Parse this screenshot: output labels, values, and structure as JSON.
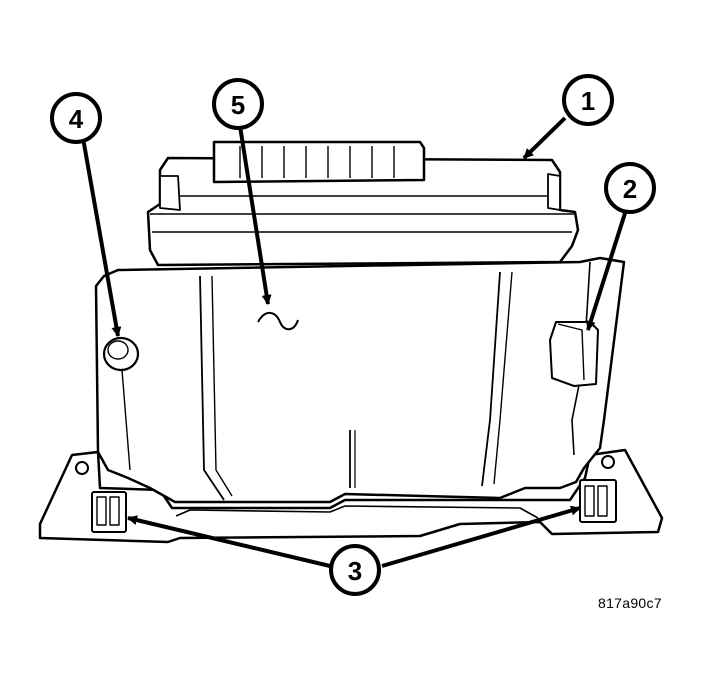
{
  "diagram": {
    "callouts": [
      {
        "id": "1",
        "label": "1"
      },
      {
        "id": "2",
        "label": "2"
      },
      {
        "id": "3",
        "label": "3"
      },
      {
        "id": "4",
        "label": "4"
      },
      {
        "id": "5",
        "label": "5"
      }
    ],
    "figure_id": "817a90c7"
  },
  "colors": {
    "ink": "#000000",
    "paper": "#ffffff"
  }
}
